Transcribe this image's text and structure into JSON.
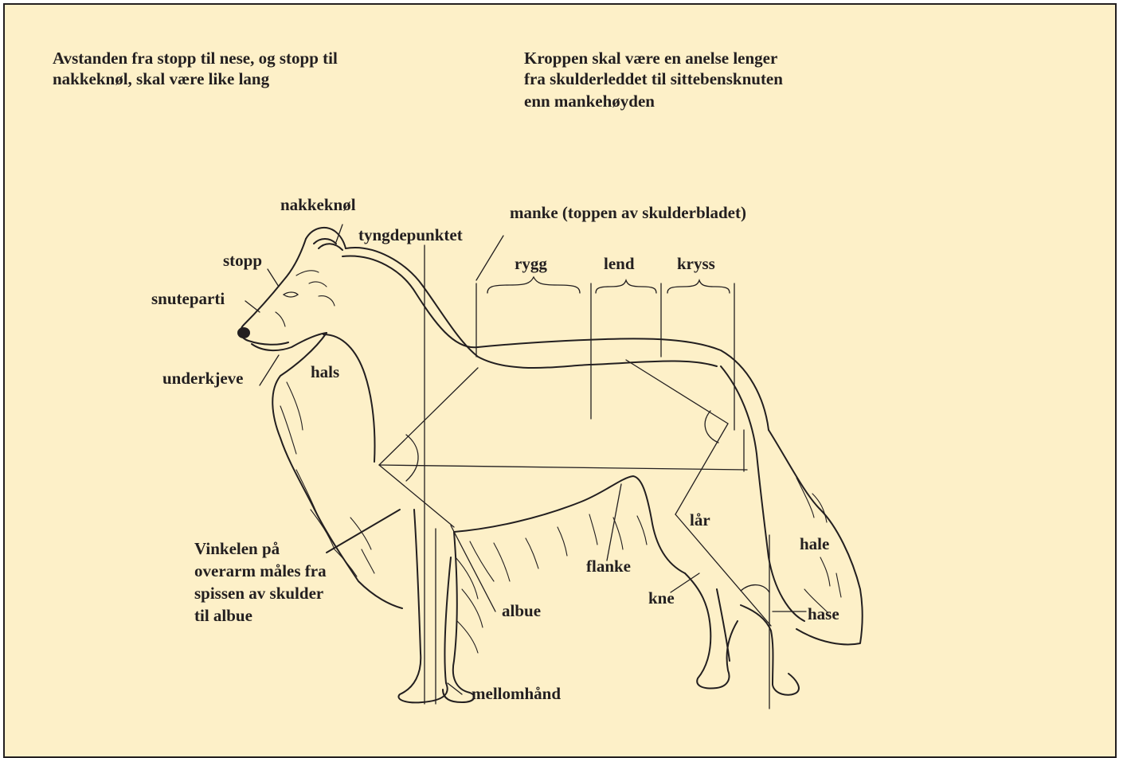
{
  "notes": {
    "head_ratio": [
      "Avstanden fra stopp til nese, og stopp til",
      "nakkeknøl, skal være like lang"
    ],
    "body_ratio": [
      "Kroppen skal være en anelse lenger",
      "fra skulderleddet til sittebensknuten",
      "enn mankehøyden"
    ],
    "angle_note": [
      "Vinkelen på",
      "overarm måles fra",
      "spissen av skulder",
      "til albue"
    ]
  },
  "labels": {
    "nakkeknol": "nakkeknøl",
    "tyngdepunktet": "tyngdepunktet",
    "manke": "manke (toppen av skulderbladet)",
    "stopp": "stopp",
    "snuteparti": "snuteparti",
    "rygg": "rygg",
    "lend": "lend",
    "kryss": "kryss",
    "underkjeve": "underkjeve",
    "hals": "hals",
    "lar": "lår",
    "hale": "hale",
    "flanke": "flanke",
    "kne": "kne",
    "albue": "albue",
    "hase": "hase",
    "mellomhand": "mellomhånd"
  },
  "colors": {
    "background": "#fdf0c8",
    "ink": "#231f20"
  }
}
